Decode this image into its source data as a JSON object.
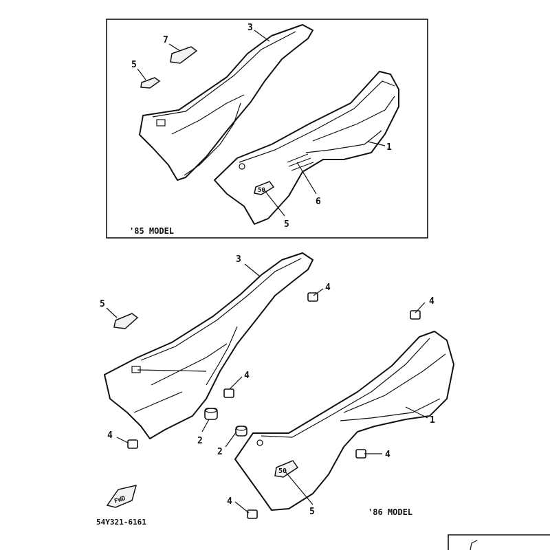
{
  "diagram": {
    "model_85_label": "'85 MODEL",
    "model_86_label": "'86 MODEL",
    "part_code": "54Y321-6161",
    "fwd_label": "FWD",
    "emblem_text": "50",
    "callouts": {
      "c1": "1",
      "c2": "2",
      "c3": "3",
      "c4": "4",
      "c5": "5",
      "c6": "6",
      "c7": "7"
    }
  }
}
